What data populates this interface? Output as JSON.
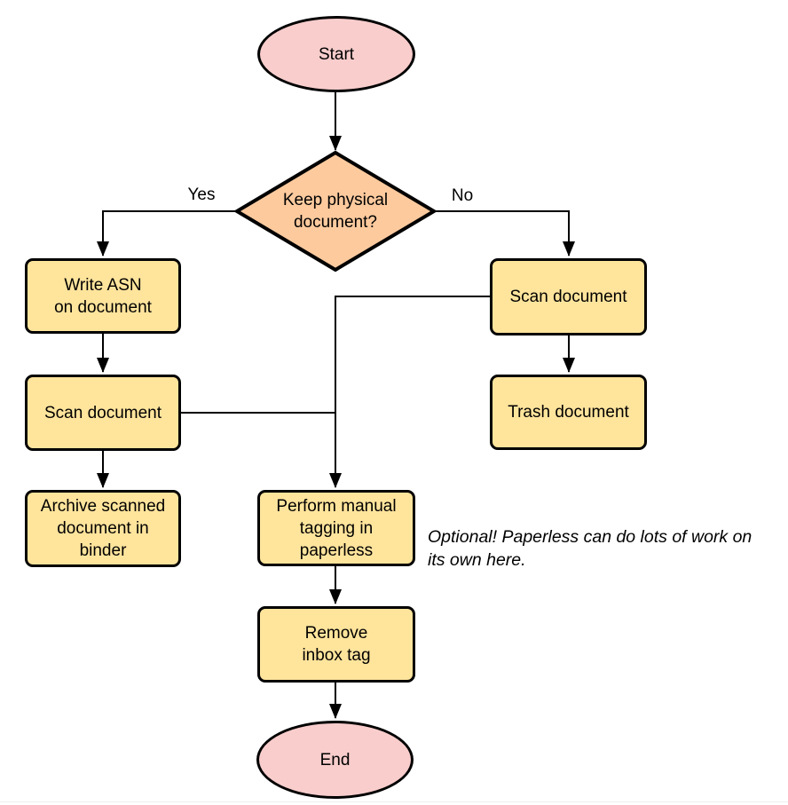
{
  "colors": {
    "page_bg": "#ffffff",
    "stroke_color": "#000000",
    "terminal_fill": "#F8CDCC",
    "decision_fill": "#FDCA9E",
    "process_fill": "#FFE49C",
    "divider_color": "#efeef0"
  },
  "nodes": {
    "start": {
      "label": "Start"
    },
    "decision": {
      "label": "Keep physical\ndocument?"
    },
    "write_asn": {
      "label": "Write ASN\non document"
    },
    "scan_left": {
      "label": "Scan document"
    },
    "archive": {
      "label": "Archive scanned\ndocument in\nbinder"
    },
    "scan_right": {
      "label": "Scan document"
    },
    "trash": {
      "label": "Trash document"
    },
    "tagging": {
      "label": "Perform manual\ntagging in\npaperless"
    },
    "remove_inbox": {
      "label": "Remove\ninbox tag"
    },
    "end": {
      "label": "End"
    }
  },
  "edge_labels": {
    "yes": "Yes",
    "no": "No"
  },
  "note": {
    "text": "Optional! Paperless can do lots of work on\nits own here."
  }
}
